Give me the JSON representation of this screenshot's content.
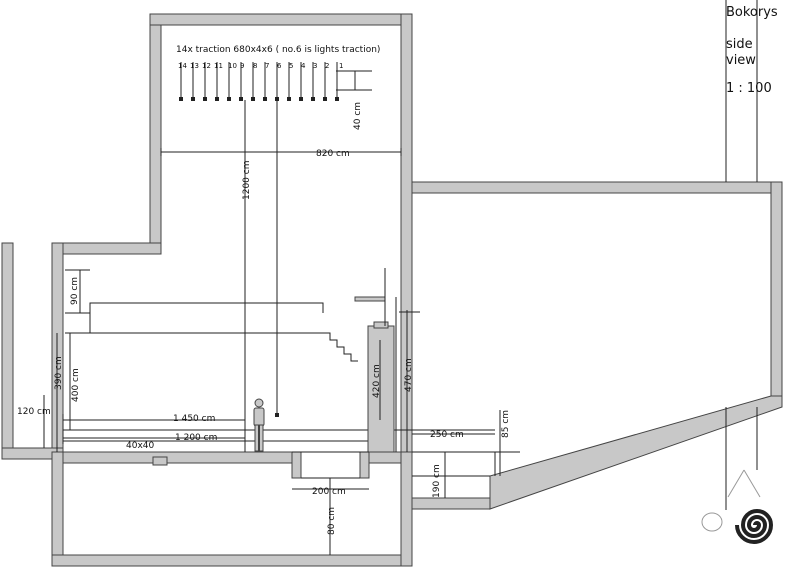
{
  "info": {
    "title": "Bokorys",
    "view_line1": "side",
    "view_line2": "view",
    "scale": "1 : 100"
  },
  "traction": {
    "title": "14x traction 680x4x6 ( no.6 is lights traction)",
    "numbers": [
      "14",
      "13",
      "12",
      "11",
      "10",
      "9",
      "8",
      "7",
      "6",
      "5",
      "4",
      "3",
      "2",
      "1"
    ]
  },
  "dims": {
    "d40_top": "40 cm",
    "d820": "820 cm",
    "d1200_v": "1200 cm",
    "d90": "90 cm",
    "d390": "390 cm",
    "d400": "400 cm",
    "d120": "120 cm",
    "d1450": "1 450 cm",
    "d1200_h": "1 200 cm",
    "d40x40": "40x40",
    "d420": "420 cm",
    "d470": "470 cm",
    "d250": "250 cm",
    "d85": "85 cm",
    "d200": "200 cm",
    "d80": "80 cm",
    "d190": "190 cm"
  },
  "colors": {
    "wall_fill": "#c8c8c8",
    "wall_stroke": "#444444",
    "line": "#222222"
  }
}
